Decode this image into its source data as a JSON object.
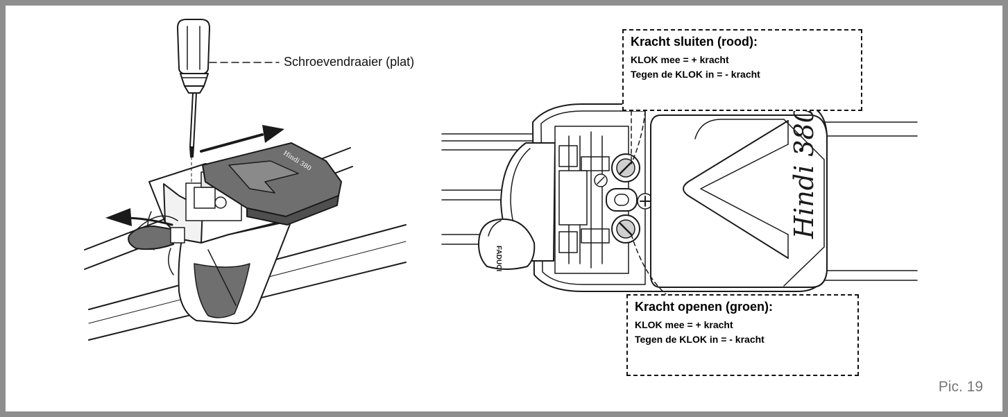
{
  "labels": {
    "screwdriver": "Schroevendraaier (plat)",
    "picture_number": "Pic. 19",
    "brand_logo": "Hindi 380",
    "key_label": "FADUCI"
  },
  "callouts": {
    "close": {
      "title": "Kracht sluiten (rood):",
      "line1": "KLOK mee = + kracht",
      "line2": "Tegen de KLOK in = - kracht"
    },
    "open": {
      "title": "Kracht openen (groen):",
      "line1": "KLOK mee = + kracht",
      "line2": "Tegen de KLOK in = - kracht"
    }
  },
  "colors": {
    "frame": "#8e8e8e",
    "cover_dark": "#6f6f6f",
    "line": "#1a1a1a",
    "screw_fill": "#cfcfcf"
  }
}
